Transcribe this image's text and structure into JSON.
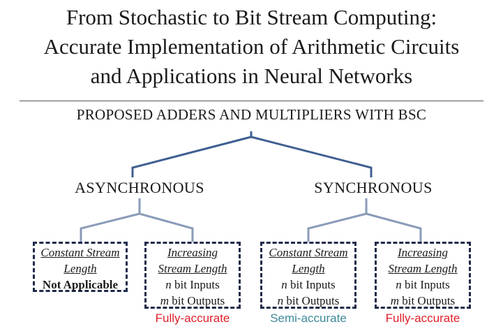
{
  "title": {
    "line1": "From Stochastic to Bit Stream Computing:",
    "line2": "Accurate Implementation of Arithmetic Circuits",
    "line3": "and Applications in Neural Networks"
  },
  "diagram": {
    "root": "PROPOSED ADDERS AND MULTIPLIERS WITH BSC",
    "branches": [
      {
        "label": "ASYNCHRONOUS",
        "children": [
          {
            "head1": "Constant Stream",
            "head2": "Length",
            "lines": [
              "Not Applicable"
            ],
            "accuracy": ""
          },
          {
            "head1": "Increasing",
            "head2": "Stream Length",
            "lines": [
              "bit Inputs",
              "bit Outputs"
            ],
            "vars": [
              "n",
              "m"
            ],
            "accuracy": "Fully-accurate"
          }
        ]
      },
      {
        "label": "SYNCHRONOUS",
        "children": [
          {
            "head1": "Constant Stream",
            "head2": "Length",
            "lines": [
              "bit Inputs",
              "bit Outputs"
            ],
            "vars": [
              "n",
              "n"
            ],
            "accuracy": "Semi-accurate"
          },
          {
            "head1": "Increasing",
            "head2": "Stream Length",
            "lines": [
              "bit Inputs",
              "bit Outputs"
            ],
            "vars": [
              "n",
              "m"
            ],
            "accuracy": "Fully-accurate"
          }
        ]
      }
    ]
  },
  "colors": {
    "tree_line": "#3f5f91",
    "leaf_line": "#8a9bb8",
    "box_border": "#1f2a4a",
    "fully_accurate": "#e0202a",
    "semi_accurate": "#3d8a9a"
  }
}
